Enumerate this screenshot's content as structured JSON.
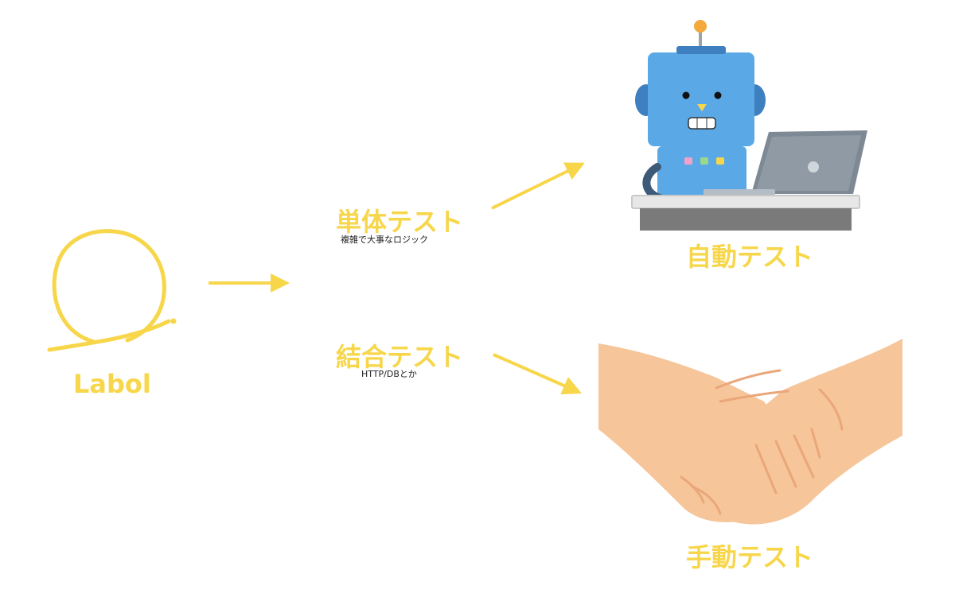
{
  "colors": {
    "accent": "#f7d64a",
    "robot_blue": "#5aa9e6",
    "robot_dark": "#3d7fbf",
    "skin": "#f6c59a",
    "skin_line": "#e9a77a"
  },
  "logo": {
    "name": "Labol"
  },
  "diagram": {
    "unit_test": {
      "title": "単体テスト",
      "subtitle": "複雑で大事なロジック"
    },
    "integration_test": {
      "title": "結合テスト",
      "subtitle": "HTTP/DBとか"
    },
    "auto_test": {
      "title": "自動テスト"
    },
    "manual_test": {
      "title": "手動テスト"
    }
  },
  "icons": {
    "robot": "robot-at-laptop-illustration",
    "handshake": "handshake-illustration"
  }
}
